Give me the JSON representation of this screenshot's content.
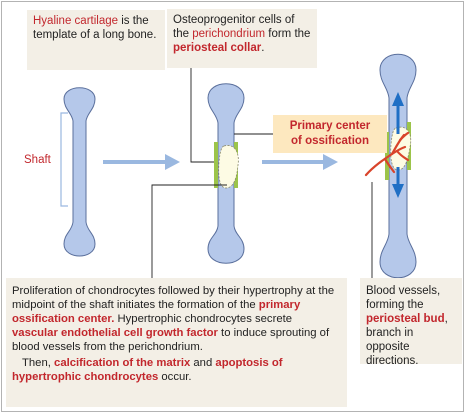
{
  "label_boxes": {
    "hyaline": {
      "highlight": "Hyaline cartilage",
      "rest": " is the template of a long bone."
    },
    "osteoprogenitor": {
      "part1": "Osteoprogenitor cells of the ",
      "highlight1": "perichondrium",
      "part2": " form the ",
      "highlight2": "periosteal collar",
      "part3": "."
    },
    "primary_center": {
      "line1": "Primary center",
      "line2": "of ossification"
    },
    "proliferation": {
      "p1": "Proliferation of chondrocytes followed by their hypertrophy at the midpoint of the shaft initiates the formation of the ",
      "h1": "primary ossification center.",
      "p2": "  Hypertrophic chondrocytes secrete ",
      "h2": "vascular endothelial cell growth factor",
      "p3": " to induce sprouting of blood vessels from the perichondrium.",
      "p4": "Then, ",
      "h3": "calcification of the matrix",
      "p5": " and ",
      "h4": "apoptosis of hypertrophic chondrocytes",
      "p6": " occur."
    },
    "blood_vessels": {
      "p1": "Blood vessels, forming the ",
      "h1": "periosteal bud",
      "p2": ", branch in opposite directions."
    }
  },
  "shaft_label": "Shaft",
  "colors": {
    "bone": "#b5c8ea",
    "bone_stroke": "#5a6f9c",
    "collar": "#9cc44a",
    "center": "#fdfbe4",
    "vessel": "#d9442b",
    "arrow_flow": "#9ab8e0",
    "growth_arrow": "#1f6fc5",
    "highlight": "#c2272d",
    "box_bg": "#f3efe6"
  }
}
